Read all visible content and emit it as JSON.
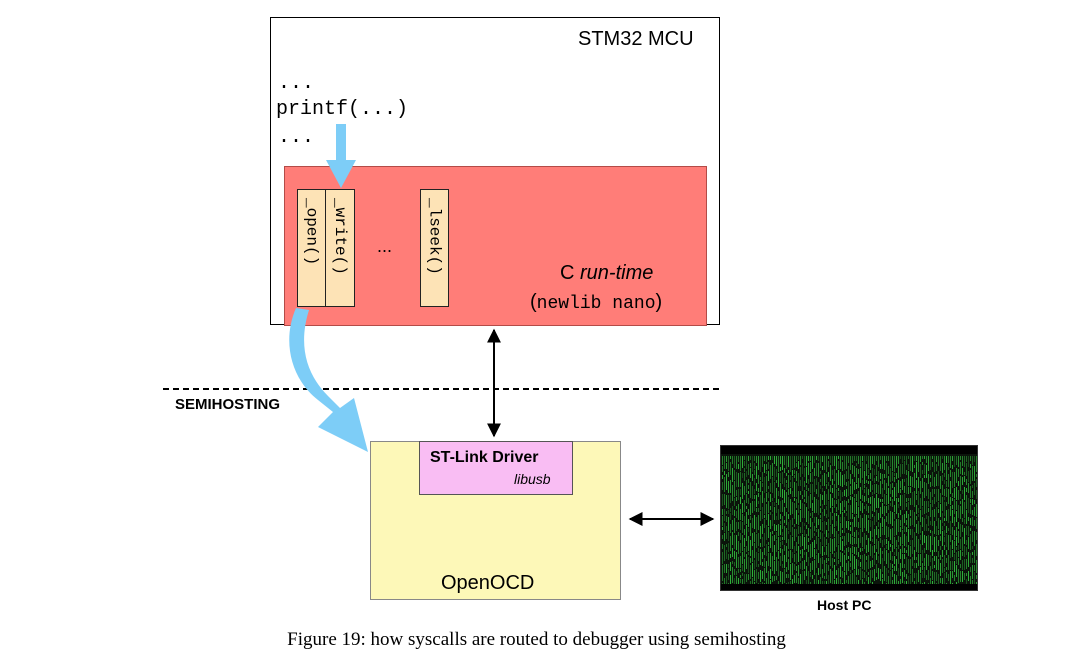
{
  "mcu": {
    "title": "STM32 MCU",
    "code_lines": [
      "...",
      "printf(...)",
      "..."
    ]
  },
  "runtime": {
    "label_plain": "C ",
    "label_italic": "run-time",
    "sub_open": "(",
    "sub_mono": "newlib nano",
    "sub_close": ")",
    "syscalls": [
      "_open()",
      "_write()",
      "_lseek()"
    ],
    "ellipsis": "..."
  },
  "semihosting": {
    "label": "SEMIHOSTING"
  },
  "openocd": {
    "label": "OpenOCD",
    "driver_title": "ST-Link Driver",
    "driver_sub": "libusb"
  },
  "host": {
    "label": "Host PC"
  },
  "caption": "Figure 19: how syscalls are routed to debugger using semihosting",
  "colors": {
    "runtime_fill": "#ff7d78",
    "syscall_fill": "#fde3b6",
    "openocd_fill": "#fdf8b8",
    "driver_fill": "#f9bdf3",
    "arrow_blue": "#7dcdf7",
    "screen_green": "#2fb33a"
  }
}
